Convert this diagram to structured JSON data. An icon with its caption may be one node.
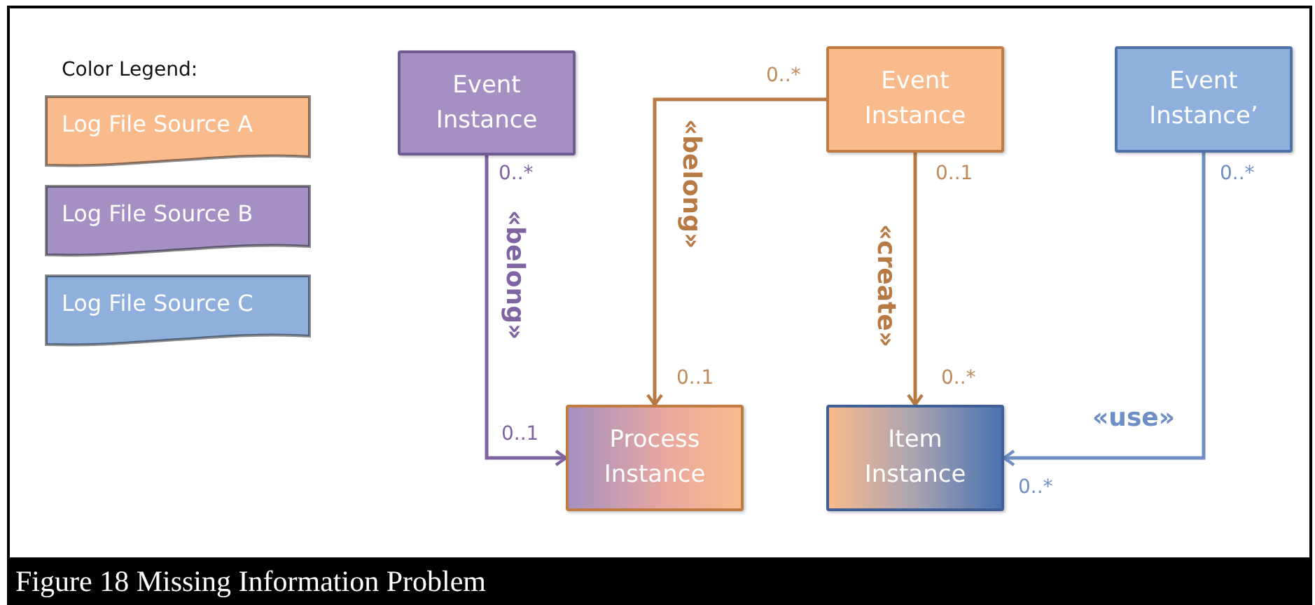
{
  "diagram": {
    "caption": "Figure 18 Missing Information Problem",
    "nodes": [
      {
        "text": [
          "Event Instance"
        ]
      },
      {
        "text": [
          "Event Instance"
        ]
      },
      {
        "text": [
          "Event Instance’"
        ]
      },
      {
        "text": [
          "Process Instance"
        ]
      },
      {
        "text": [
          "Item Instance"
        ]
      }
    ],
    "edges": [
      {
        "from": 0,
        "to": 3,
        "arrow": "to",
        "label": "«belong»",
        "color": "#8064a2"
      },
      {
        "from": 1,
        "to": 3,
        "arrow": "to",
        "label": "«belong»",
        "color": "#b87a45"
      },
      {
        "from": 1,
        "to": 4,
        "arrow": "to",
        "label": "«create»",
        "color": "#b87a45"
      },
      {
        "from": 2,
        "to": 4,
        "arrow": "to",
        "label": "«use»",
        "color": "#6d8fc4"
      }
    ],
    "labels": [
      "Color Legend:",
      "0..*",
      "0..1",
      "0..*",
      "0..1",
      "0..1",
      "0..*",
      "0..*",
      "0..*"
    ],
    "legend": [
      {
        "text": "Log File Source A",
        "color": "#f9bb8c"
      },
      {
        "text": "Log File Source B",
        "color": "#a490c2"
      },
      {
        "text": "Log File Source C",
        "color": "#8fb0dc"
      }
    ]
  }
}
